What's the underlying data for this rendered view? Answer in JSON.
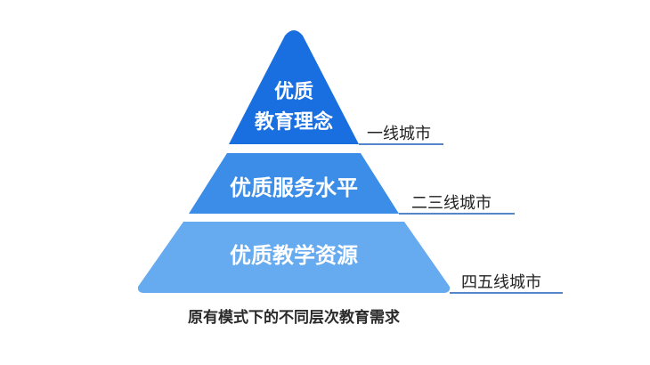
{
  "diagram": {
    "tiers": [
      {
        "lines": [
          "优质",
          "教育理念"
        ],
        "city": "一线城市",
        "color": "#1a6fe0"
      },
      {
        "lines": [
          "优质服务水平"
        ],
        "city": "二三线城市",
        "color": "#3b8de8"
      },
      {
        "lines": [
          "优质教学资源"
        ],
        "city": "四五线城市",
        "color": "#66aaf0"
      }
    ],
    "caption": "原有模式下的不同层次教育需求",
    "line_color": "#1f5fb8"
  }
}
